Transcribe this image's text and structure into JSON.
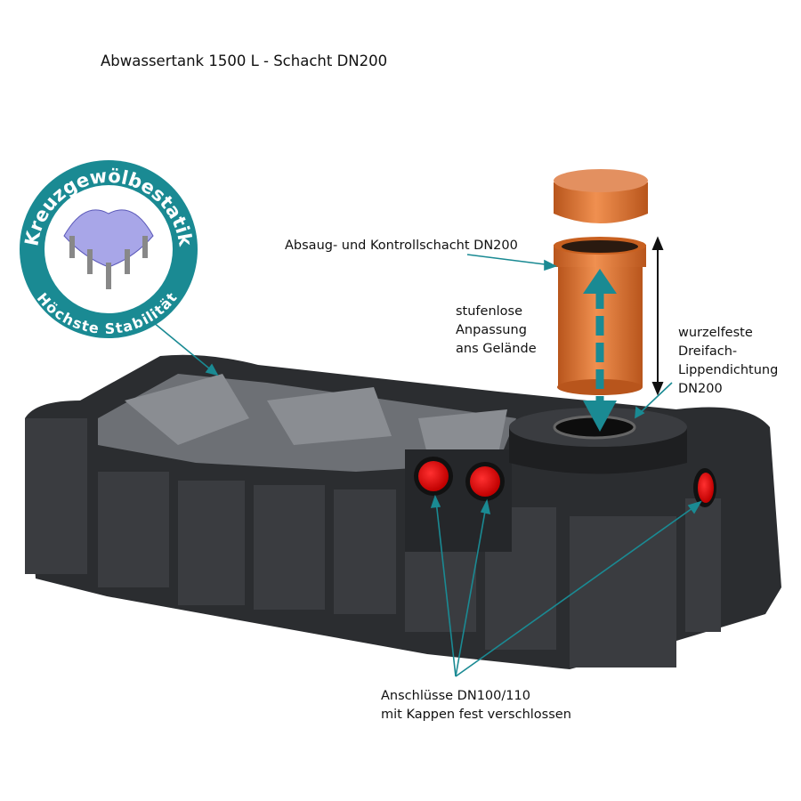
{
  "title": "Abwassertank 1500 L - Schacht DN200",
  "badge": {
    "top_text": "Kreuzgewölbestatik",
    "bottom_text": "Höchste Stabilität"
  },
  "labels": {
    "shaft": "Absaug- und Kontrollschacht DN200",
    "adjust": [
      "stufenlose",
      "Anpassung",
      "ans Gelände"
    ],
    "seal": [
      "wurzelfeste",
      "Dreifach-",
      "Lippendichtung",
      "DN200"
    ],
    "connections": [
      "Anschlüsse DN100/110",
      "mit Kappen fest verschlossen"
    ]
  },
  "colors": {
    "teal": "#1a8a93",
    "tank": "#2b2d30",
    "pipe": "#d9762e",
    "cap": "#e00000"
  }
}
